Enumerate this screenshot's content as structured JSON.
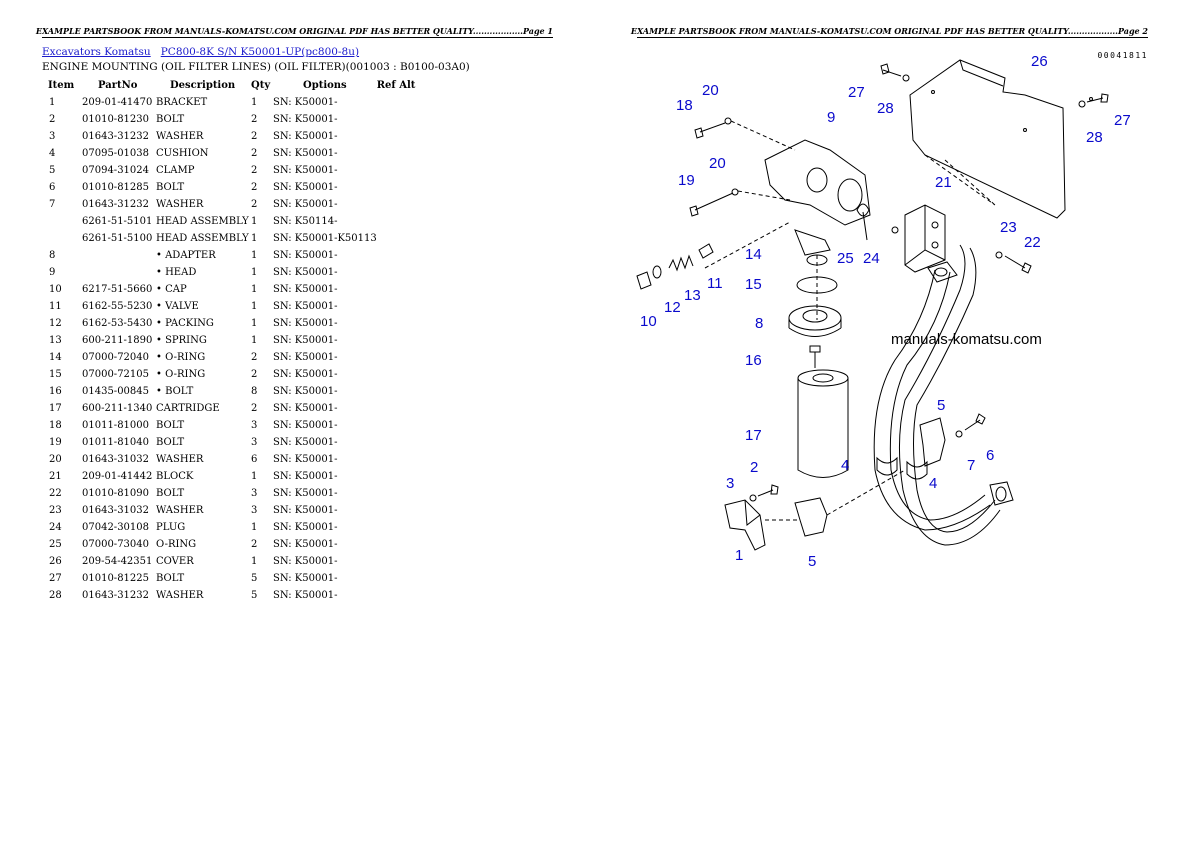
{
  "left_page": {
    "header": "EXAMPLE PARTSBOOK FROM MANUALS-KOMATSU.COM ORIGINAL PDF HAS BETTER QUALITY..................Page 1",
    "breadcrumb": {
      "link1": "Excavators Komatsu",
      "link2": "PC800-8K S/N K50001-UP(pc800-8u)"
    },
    "subtitle": "ENGINE MOUNTING (OIL FILTER LINES) (OIL FILTER)(001003 : B0100-03A0)",
    "columns": [
      "Item",
      "PartNo",
      "Description",
      "Qty",
      "Options",
      "Ref Alt"
    ],
    "rows": [
      {
        "item": "1",
        "part": "209-01-41470",
        "desc": "BRACKET",
        "qty": "1",
        "opt": "SN: K50001-"
      },
      {
        "item": "2",
        "part": "01010-81230",
        "desc": "BOLT",
        "qty": "2",
        "opt": "SN: K50001-"
      },
      {
        "item": "3",
        "part": "01643-31232",
        "desc": "WASHER",
        "qty": "2",
        "opt": "SN: K50001-"
      },
      {
        "item": "4",
        "part": "07095-01038",
        "desc": "CUSHION",
        "qty": "2",
        "opt": "SN: K50001-"
      },
      {
        "item": "5",
        "part": "07094-31024",
        "desc": "CLAMP",
        "qty": "2",
        "opt": "SN: K50001-"
      },
      {
        "item": "6",
        "part": "01010-81285",
        "desc": "BOLT",
        "qty": "2",
        "opt": "SN: K50001-"
      },
      {
        "item": "7",
        "part": "01643-31232",
        "desc": "WASHER",
        "qty": "2",
        "opt": "SN: K50001-"
      },
      {
        "item": "",
        "part": "6261-51-5101",
        "desc": "HEAD ASSEMBLY",
        "qty": "1",
        "opt": "SN: K50114-"
      },
      {
        "item": "",
        "part": "6261-51-5100",
        "desc": "HEAD ASSEMBLY",
        "qty": "1",
        "opt": "SN: K50001-K50113"
      },
      {
        "item": "8",
        "part": "",
        "desc": "• ADAPTER",
        "qty": "1",
        "opt": "SN: K50001-"
      },
      {
        "item": "9",
        "part": "",
        "desc": "• HEAD",
        "qty": "1",
        "opt": "SN: K50001-"
      },
      {
        "item": "10",
        "part": "6217-51-5660",
        "desc": "• CAP",
        "qty": "1",
        "opt": "SN: K50001-"
      },
      {
        "item": "11",
        "part": "6162-55-5230",
        "desc": "• VALVE",
        "qty": "1",
        "opt": "SN: K50001-"
      },
      {
        "item": "12",
        "part": "6162-53-5430",
        "desc": "• PACKING",
        "qty": "1",
        "opt": "SN: K50001-"
      },
      {
        "item": "13",
        "part": "600-211-1890",
        "desc": "• SPRING",
        "qty": "1",
        "opt": "SN: K50001-"
      },
      {
        "item": "14",
        "part": "07000-72040",
        "desc": "• O-RING",
        "qty": "2",
        "opt": "SN: K50001-"
      },
      {
        "item": "15",
        "part": "07000-72105",
        "desc": "• O-RING",
        "qty": "2",
        "opt": "SN: K50001-"
      },
      {
        "item": "16",
        "part": "01435-00845",
        "desc": "• BOLT",
        "qty": "8",
        "opt": "SN: K50001-"
      },
      {
        "item": "17",
        "part": "600-211-1340",
        "desc": "CARTRIDGE",
        "qty": "2",
        "opt": "SN: K50001-"
      },
      {
        "item": "18",
        "part": "01011-81000",
        "desc": "BOLT",
        "qty": "3",
        "opt": "SN: K50001-"
      },
      {
        "item": "19",
        "part": "01011-81040",
        "desc": "BOLT",
        "qty": "3",
        "opt": "SN: K50001-"
      },
      {
        "item": "20",
        "part": "01643-31032",
        "desc": "WASHER",
        "qty": "6",
        "opt": "SN: K50001-"
      },
      {
        "item": "21",
        "part": "209-01-41442",
        "desc": "BLOCK",
        "qty": "1",
        "opt": "SN: K50001-"
      },
      {
        "item": "22",
        "part": "01010-81090",
        "desc": "BOLT",
        "qty": "3",
        "opt": "SN: K50001-"
      },
      {
        "item": "23",
        "part": "01643-31032",
        "desc": "WASHER",
        "qty": "3",
        "opt": "SN: K50001-"
      },
      {
        "item": "24",
        "part": "07042-30108",
        "desc": "PLUG",
        "qty": "1",
        "opt": "SN: K50001-"
      },
      {
        "item": "25",
        "part": "07000-73040",
        "desc": "O-RING",
        "qty": "2",
        "opt": "SN: K50001-"
      },
      {
        "item": "26",
        "part": "209-54-42351",
        "desc": "COVER",
        "qty": "1",
        "opt": "SN: K50001-"
      },
      {
        "item": "27",
        "part": "01010-81225",
        "desc": "BOLT",
        "qty": "5",
        "opt": "SN: K50001-"
      },
      {
        "item": "28",
        "part": "01643-31232",
        "desc": "WASHER",
        "qty": "5",
        "opt": "SN: K50001-"
      }
    ]
  },
  "right_page": {
    "header": "EXAMPLE PARTSBOOK FROM MANUALS-KOMATSU.COM ORIGINAL PDF HAS BETTER QUALITY..................Page 2",
    "doc_id": "00041811",
    "watermark": "manuals-komatsu.com",
    "callouts": [
      "1",
      "2",
      "3",
      "4",
      "4",
      "5",
      "5",
      "6",
      "7",
      "8",
      "9",
      "10",
      "11",
      "12",
      "13",
      "14",
      "15",
      "16",
      "17",
      "18",
      "19",
      "20",
      "20",
      "21",
      "22",
      "23",
      "24",
      "25",
      "26",
      "27",
      "27",
      "28",
      "28"
    ],
    "label_color": "#0a0acc"
  }
}
